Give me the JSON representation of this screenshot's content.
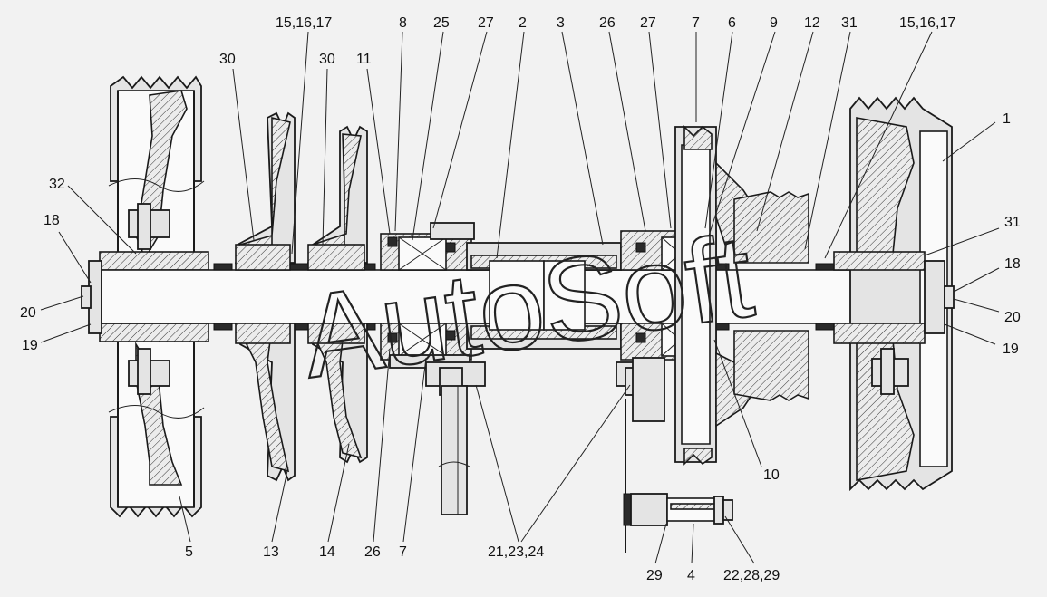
{
  "labels": [
    {
      "id": "l15a",
      "text": "15,16,17"
    },
    {
      "id": "l8",
      "text": "8"
    },
    {
      "id": "l25",
      "text": "25"
    },
    {
      "id": "l27a",
      "text": "27"
    },
    {
      "id": "l2",
      "text": "2"
    },
    {
      "id": "l3",
      "text": "3"
    },
    {
      "id": "l26a",
      "text": "26"
    },
    {
      "id": "l27b",
      "text": "27"
    },
    {
      "id": "l7a",
      "text": "7"
    },
    {
      "id": "l6",
      "text": "6"
    },
    {
      "id": "l9",
      "text": "9"
    },
    {
      "id": "l12",
      "text": "12"
    },
    {
      "id": "l31a",
      "text": "31"
    },
    {
      "id": "l15b",
      "text": "15,16,17"
    },
    {
      "id": "l30a",
      "text": "30"
    },
    {
      "id": "l30b",
      "text": "30"
    },
    {
      "id": "l11",
      "text": "11"
    },
    {
      "id": "l1",
      "text": "1"
    },
    {
      "id": "l32",
      "text": "32"
    },
    {
      "id": "l18a",
      "text": "18"
    },
    {
      "id": "l31b",
      "text": "31"
    },
    {
      "id": "l18b",
      "text": "18"
    },
    {
      "id": "l20a",
      "text": "20"
    },
    {
      "id": "l20b",
      "text": "20"
    },
    {
      "id": "l19a",
      "text": "19"
    },
    {
      "id": "l19b",
      "text": "19"
    },
    {
      "id": "l10",
      "text": "10"
    },
    {
      "id": "l5",
      "text": "5"
    },
    {
      "id": "l13",
      "text": "13"
    },
    {
      "id": "l14",
      "text": "14"
    },
    {
      "id": "l26b",
      "text": "26"
    },
    {
      "id": "l7b",
      "text": "7"
    },
    {
      "id": "l21",
      "text": "21,23,24"
    },
    {
      "id": "l29",
      "text": "29"
    },
    {
      "id": "l4",
      "text": "4"
    },
    {
      "id": "l22",
      "text": "22,28,29"
    }
  ],
  "watermark": "AutoSoft",
  "colors": {
    "line": "#1a1a1a",
    "background": "#f2f2f2",
    "fill": "#e4e4e4"
  }
}
